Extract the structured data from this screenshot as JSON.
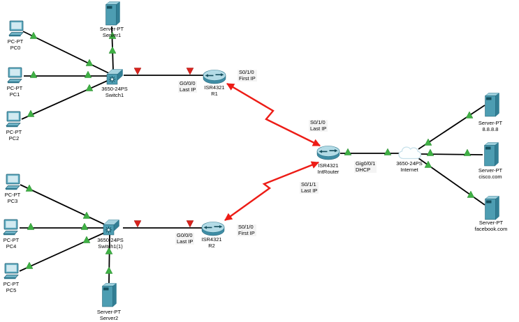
{
  "canvas": {
    "background": "#ffffff"
  },
  "colors": {
    "link": "#000000",
    "serial_link": "#ed1c16",
    "status_up": "#3fb044",
    "status_down": "#d8231d",
    "device_teal": "#4d9db2"
  },
  "devices": [
    {
      "id": "pc0",
      "type": "pc",
      "model": "PC-PT",
      "name": "PC0"
    },
    {
      "id": "pc1",
      "type": "pc",
      "model": "PC-PT",
      "name": "PC1"
    },
    {
      "id": "pc2",
      "type": "pc",
      "model": "PC-PT",
      "name": "PC2"
    },
    {
      "id": "server1",
      "type": "server",
      "model": "Server-PT",
      "name": "Server1"
    },
    {
      "id": "switch1",
      "type": "switch",
      "model": "3650-24PS",
      "name": "Switch1"
    },
    {
      "id": "r1",
      "type": "router",
      "model": "ISR4321",
      "name": "R1"
    },
    {
      "id": "pc3",
      "type": "pc",
      "model": "PC-PT",
      "name": "PC3"
    },
    {
      "id": "pc4",
      "type": "pc",
      "model": "PC-PT",
      "name": "PC4"
    },
    {
      "id": "pc5",
      "type": "pc",
      "model": "PC-PT",
      "name": "PC5"
    },
    {
      "id": "switch1-1",
      "type": "switch",
      "model": "3650-24PS",
      "name": "Switch1(1)"
    },
    {
      "id": "r2",
      "type": "router",
      "model": "ISR4321",
      "name": "R2"
    },
    {
      "id": "server2",
      "type": "server",
      "model": "Server-PT",
      "name": "Server2"
    },
    {
      "id": "introuter",
      "type": "router",
      "model": "ISR4321",
      "name": "IntRouter"
    },
    {
      "id": "internet",
      "type": "cloud",
      "model": "3650-24PS",
      "name": "Internet"
    },
    {
      "id": "server-8888",
      "type": "server",
      "model": "Server-PT",
      "name": "8.8.8.8"
    },
    {
      "id": "server-cisco",
      "type": "server",
      "model": "Server-PT",
      "name": "cisco.com"
    },
    {
      "id": "server-facebook",
      "type": "server",
      "model": "Server-PT",
      "name": "facebook.com"
    }
  ],
  "port_labels": [
    {
      "interface": "G0/0/0",
      "note": "Last IP"
    },
    {
      "interface": "S0/1/0",
      "note": "First IP"
    },
    {
      "interface": "S0/1/0",
      "note": "Last IP"
    },
    {
      "interface": "S0/1/1",
      "note": "Last IP"
    },
    {
      "interface": "Gig0/0/1",
      "note": "DHCP"
    },
    {
      "interface": "G0/0/0",
      "note": "Last IP"
    },
    {
      "interface": "S0/1/0",
      "note": "First IP"
    }
  ]
}
